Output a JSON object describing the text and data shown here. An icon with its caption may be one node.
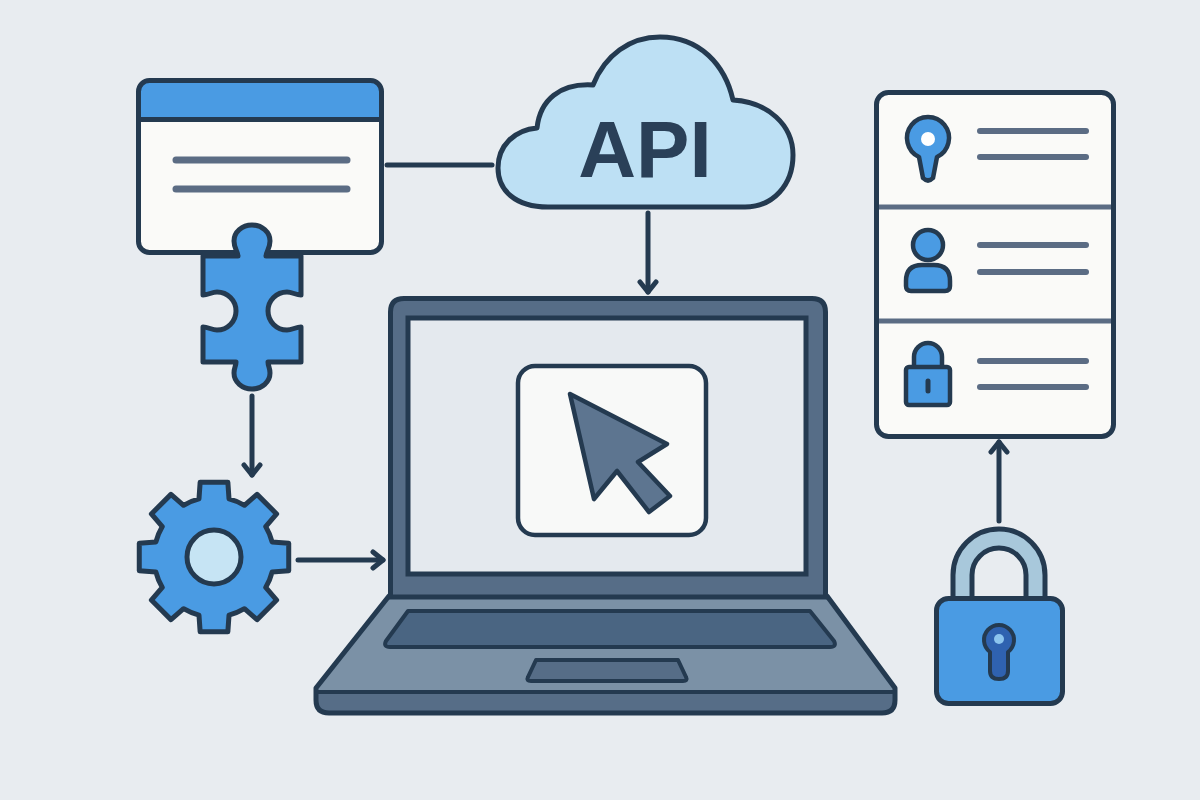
{
  "diagram": {
    "nodes": [
      {
        "text": [],
        "shape": "picture"
      },
      {
        "text": [
          "API"
        ]
      },
      {
        "text": [],
        "shape": "picture"
      },
      {
        "text": [],
        "shape": "picture"
      },
      {
        "text": [],
        "shape": "picture"
      },
      {
        "text": [],
        "shape": "picture"
      },
      {
        "text": [],
        "shape": "picture"
      }
    ],
    "edges": [
      {
        "from": 0,
        "to": 1,
        "arrow": "none"
      },
      {
        "from": 1,
        "to": 4,
        "arrow": "to"
      },
      {
        "from": 3,
        "to": 5,
        "arrow": "to"
      },
      {
        "from": 5,
        "to": 4,
        "arrow": "to"
      },
      {
        "from": 6,
        "to": 2,
        "arrow": "to"
      }
    ]
  }
}
